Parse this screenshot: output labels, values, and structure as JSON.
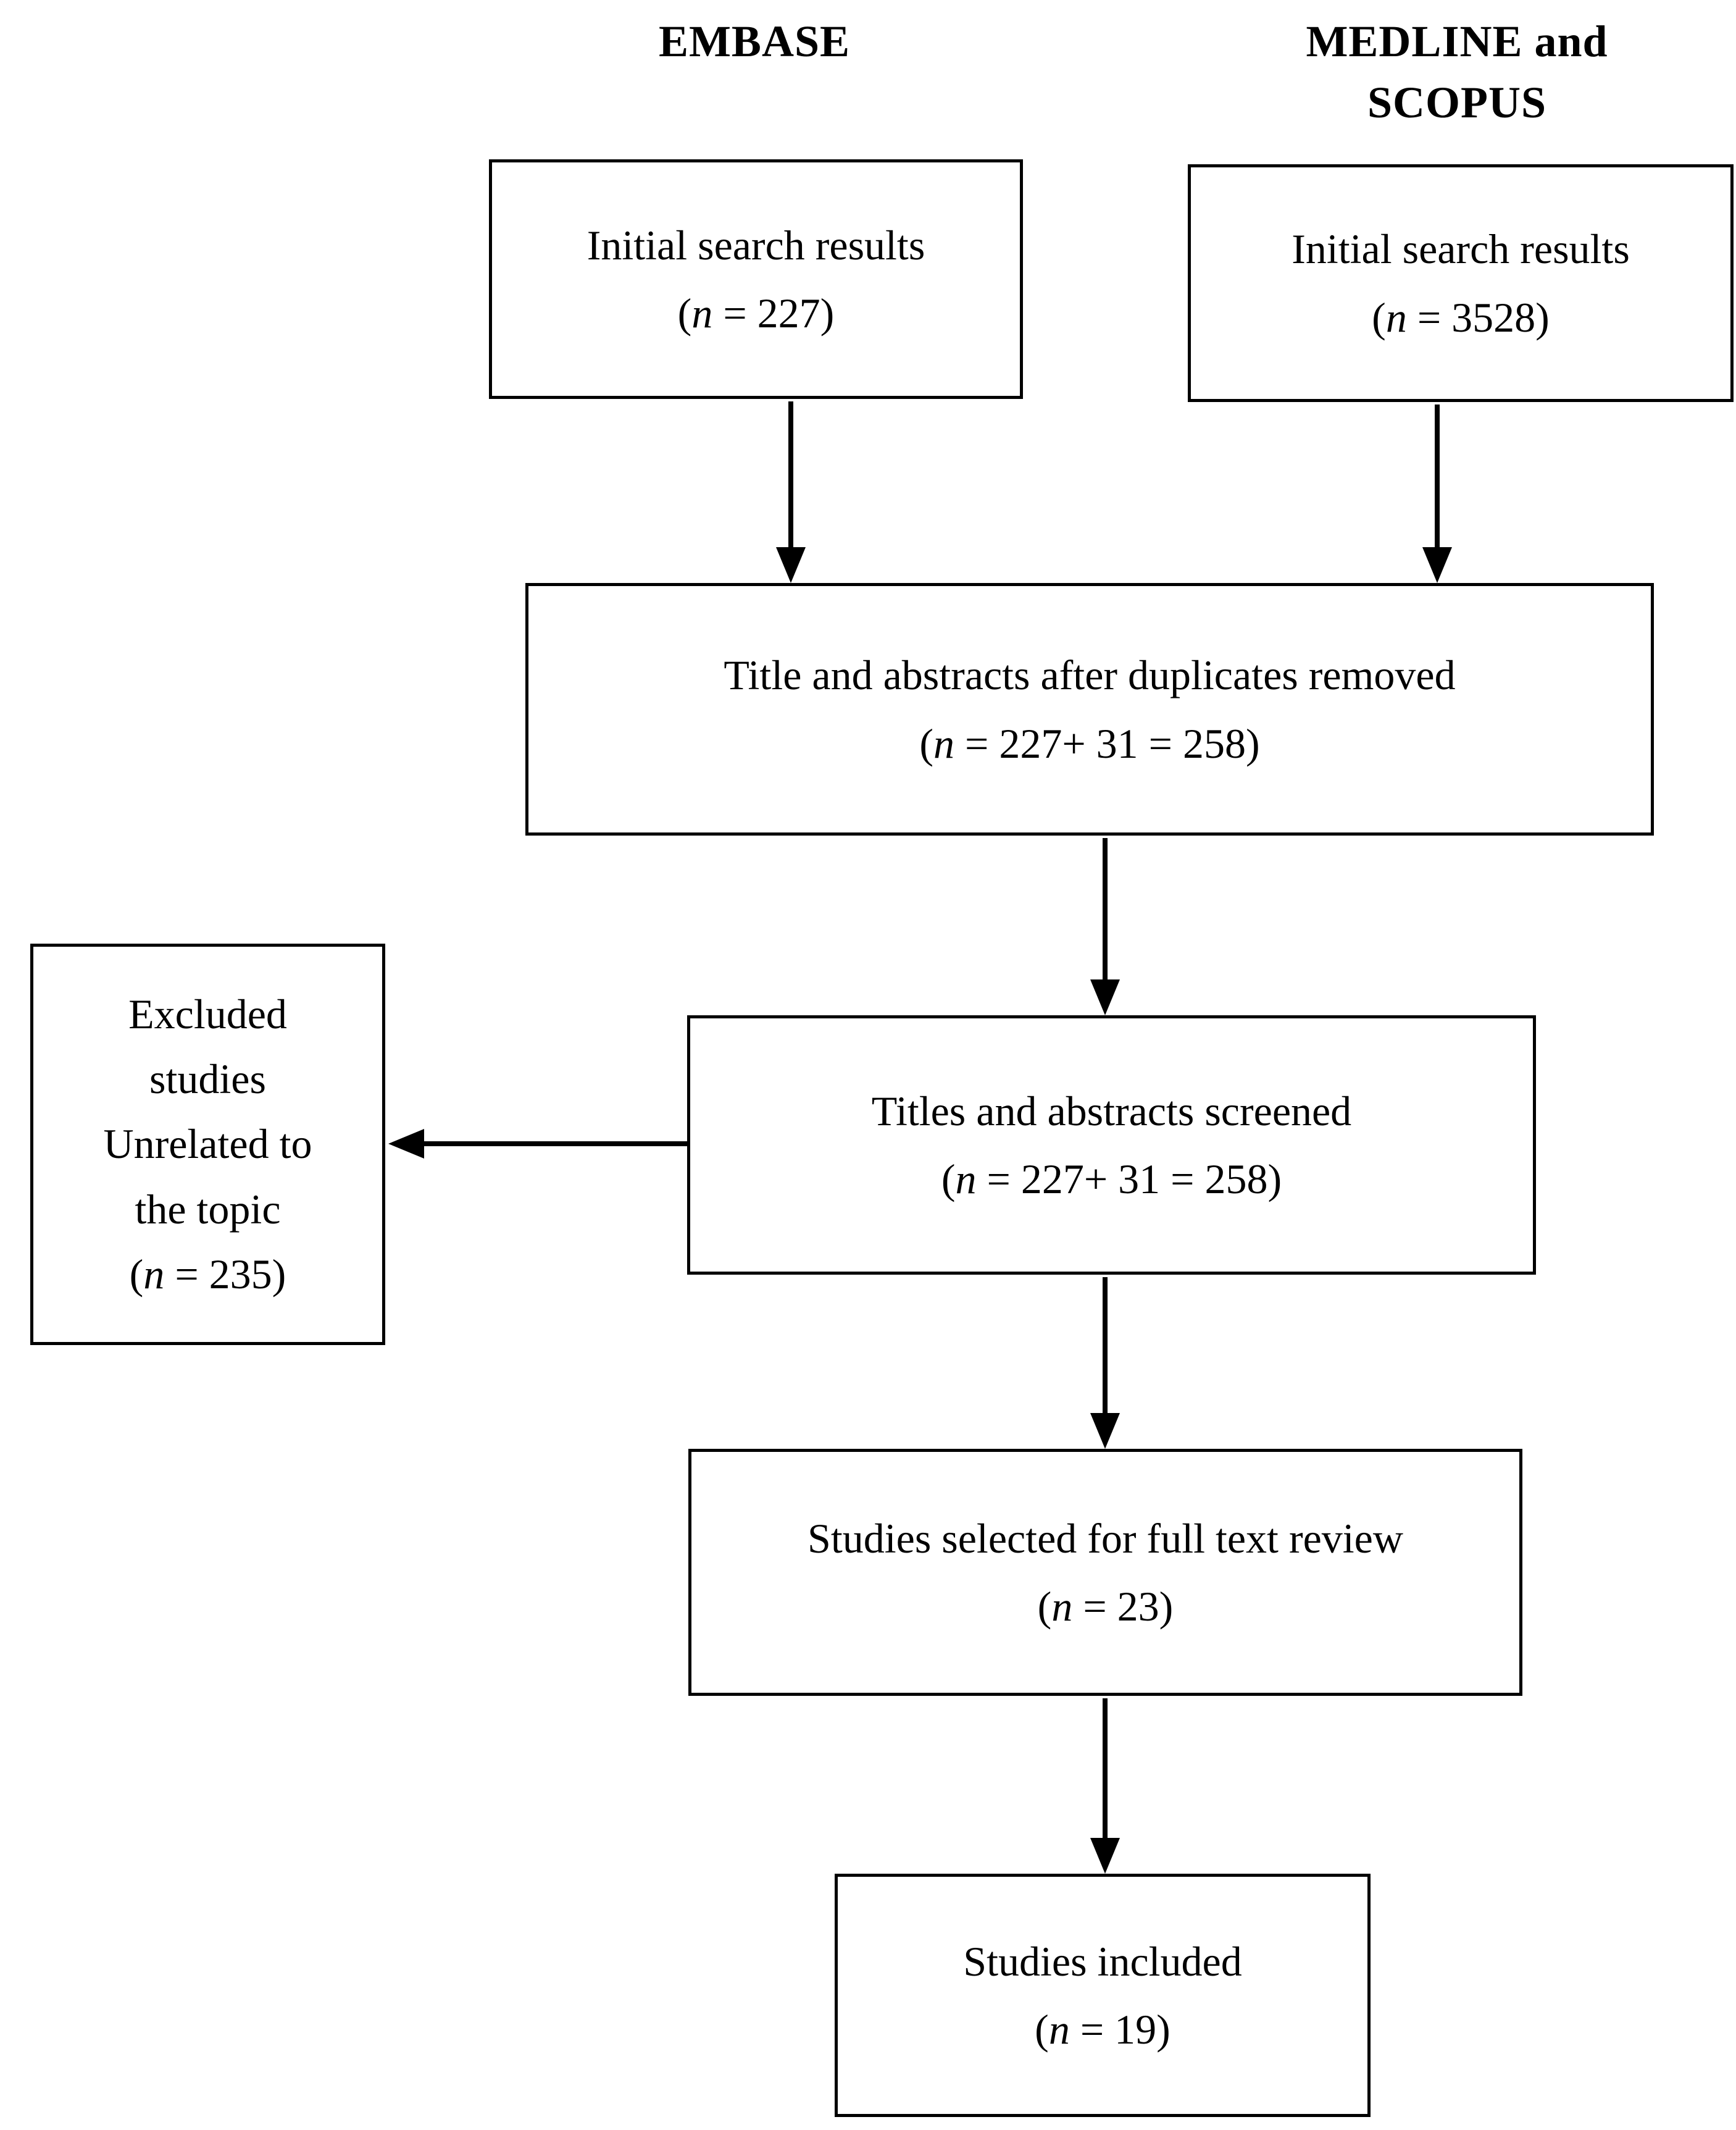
{
  "headers": {
    "embase": "EMBASE",
    "medline_scopus": "MEDLINE and SCOPUS"
  },
  "boxes": {
    "embase_initial": {
      "title": "Initial search results",
      "count_open": "(",
      "count_n": "n",
      "count_rest": " = 227)"
    },
    "medline_initial": {
      "title": "Initial search results",
      "count_open": "(",
      "count_n": "n",
      "count_rest": " = 3528)"
    },
    "duplicates_removed": {
      "title": "Title and abstracts after duplicates removed",
      "count_open": "(",
      "count_n": "n",
      "count_rest": " = 227+ 31 = 258)"
    },
    "excluded": {
      "line1": "Excluded",
      "line2": "studies",
      "line3": "Unrelated to",
      "line4": "the topic",
      "count_open": "(",
      "count_n": "n",
      "count_rest": " = 235)"
    },
    "screened": {
      "title": "Titles and abstracts screened",
      "count_open": "(",
      "count_n": "n",
      "count_rest": " = 227+ 31 = 258)"
    },
    "full_text_review": {
      "title": "Studies selected for full text review",
      "count_open": "(",
      "count_n": "n",
      "count_rest": " = 23)"
    },
    "included": {
      "title": "Studies included",
      "count_open": "(",
      "count_n": "n",
      "count_rest": " = 19)"
    }
  }
}
